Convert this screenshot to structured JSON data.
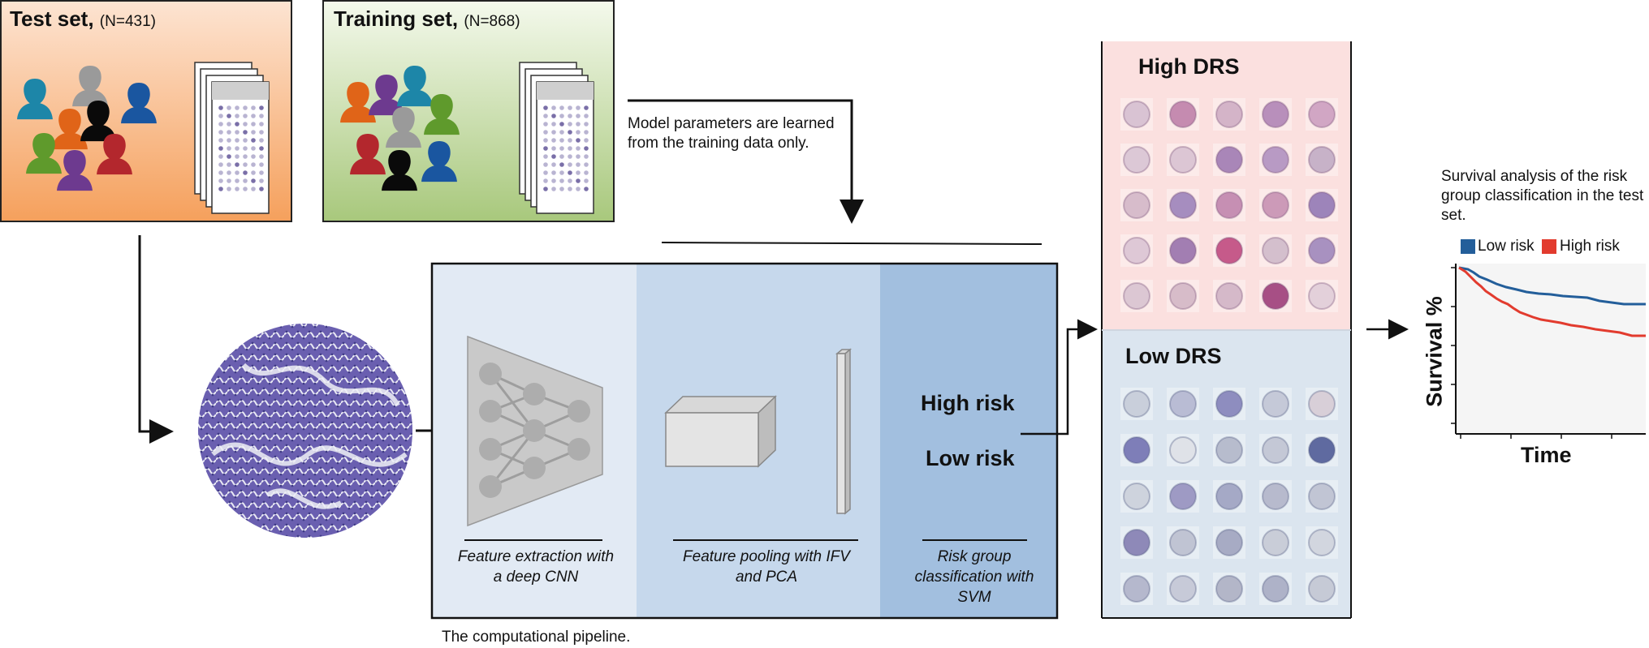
{
  "test_set": {
    "title": "Test set,",
    "n_label": "(N=431)"
  },
  "training_set": {
    "title": "Training set,",
    "n_label": "(N=868)"
  },
  "model_note": "Model parameters are learned from the training data only.",
  "pipeline": {
    "caption": "The computational pipeline.",
    "stages": [
      {
        "label": "Feature extraction with a deep CNN"
      },
      {
        "label": "Feature pooling with IFV and PCA"
      },
      {
        "label": "Risk group classification with SVM"
      }
    ],
    "outputs": {
      "high": "High risk",
      "low": "Low risk"
    }
  },
  "drs_panel": {
    "high_title": "High DRS",
    "low_title": "Low DRS"
  },
  "survival": {
    "description": "Survival analysis of the risk group classification in the test set.",
    "legend": {
      "low": "Low risk",
      "high": "High risk"
    },
    "ylabel": "Survival %",
    "xlabel": "Time"
  },
  "colors": {
    "test_gradient_top": "#fde2cf",
    "test_gradient_bottom": "#f5a15f",
    "train_gradient_top": "#f3f8ea",
    "train_gradient_bottom": "#a9c97f",
    "pipeline_stage1": "#e2eaf4",
    "pipeline_stage2": "#c6d8ec",
    "pipeline_stage3": "#a2bfdf",
    "high_drs_bg": "#fbe0df",
    "low_drs_bg": "#dbe5ef",
    "low_risk_line": "#235e9a",
    "high_risk_line": "#e23b2e"
  }
}
